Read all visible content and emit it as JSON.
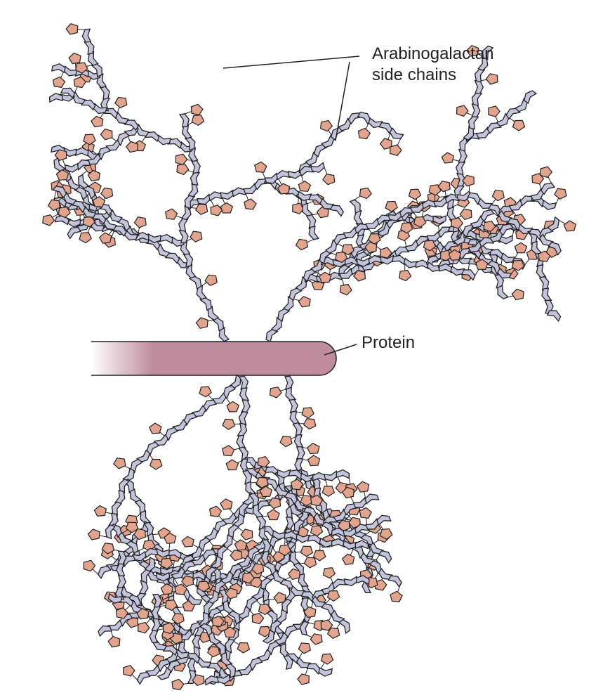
{
  "labels": {
    "side_chains_line1": "Arabinogalactan",
    "side_chains_line2": "side chains",
    "protein": "Protein"
  },
  "colors": {
    "protein": "#bf8c9e",
    "sugar_unit": "#c3c3dc",
    "pentagon": "#e2a48c",
    "outline": "#222222"
  }
}
